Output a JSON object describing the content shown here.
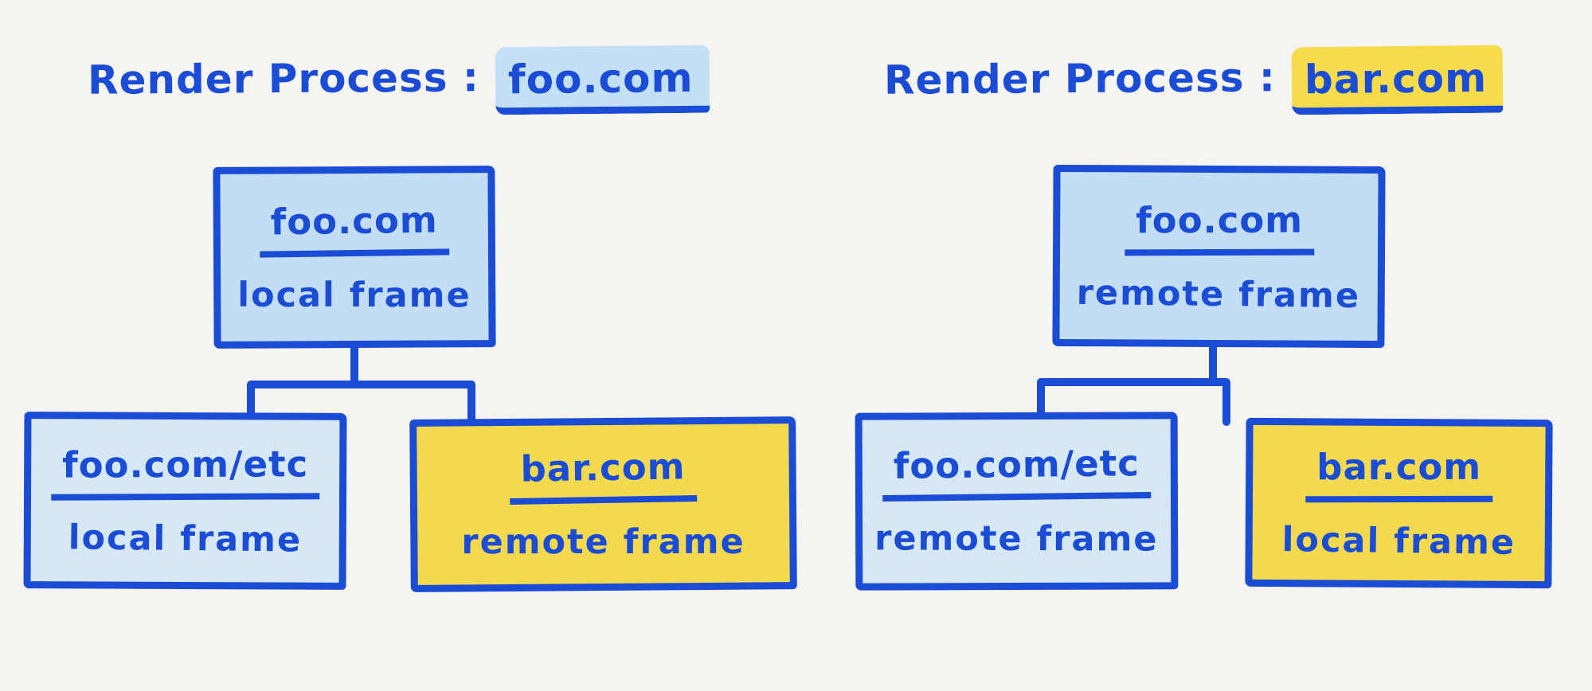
{
  "colors": {
    "bg": "#f5f4f1",
    "ink": "#1b4cd6",
    "blue": "#c3def4",
    "blue-light": "#d6e7f6",
    "yellow": "#f2d94e",
    "hl-blue": "#c3e0f7",
    "hl-yellow": "#f6db4a"
  },
  "trees": [
    {
      "title_prefix": "Render Process :",
      "title_domain": "foo.com",
      "title_highlight": "hl-blue",
      "root": {
        "domain": "foo.com",
        "frame": "local frame",
        "fill": "blue"
      },
      "children": [
        {
          "domain": "foo.com/etc",
          "frame": "local frame",
          "fill": "blue-light"
        },
        {
          "domain": "bar.com",
          "frame": "remote frame",
          "fill": "yellow"
        }
      ]
    },
    {
      "title_prefix": "Render Process :",
      "title_domain": "bar.com",
      "title_highlight": "hl-yellow",
      "root": {
        "domain": "foo.com",
        "frame": "remote frame",
        "fill": "blue"
      },
      "children": [
        {
          "domain": "foo.com/etc",
          "frame": "remote frame",
          "fill": "blue-light"
        },
        {
          "domain": "bar.com",
          "frame": "local frame",
          "fill": "yellow"
        }
      ]
    }
  ]
}
